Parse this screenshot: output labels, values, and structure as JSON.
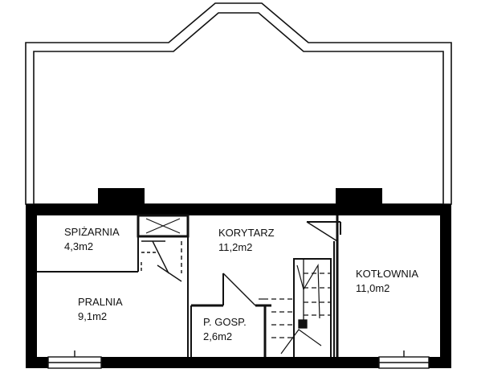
{
  "rooms": [
    {
      "id": "spizarnia",
      "name": "SPIŻARNIA",
      "area": "4,3m2"
    },
    {
      "id": "pralnia",
      "name": "PRALNIA",
      "area": "9,1m2"
    },
    {
      "id": "korytarz",
      "name": "KORYTARZ",
      "area": "11,2m2"
    },
    {
      "id": "p-gosp",
      "name": "P. GOSP.",
      "area": "2,6m2"
    },
    {
      "id": "kotlownia",
      "name": "KOTŁOWNIA",
      "area": "11,0m2"
    }
  ],
  "colors": {
    "wall": "#000000",
    "background": "#ffffff",
    "line": "#111111"
  }
}
